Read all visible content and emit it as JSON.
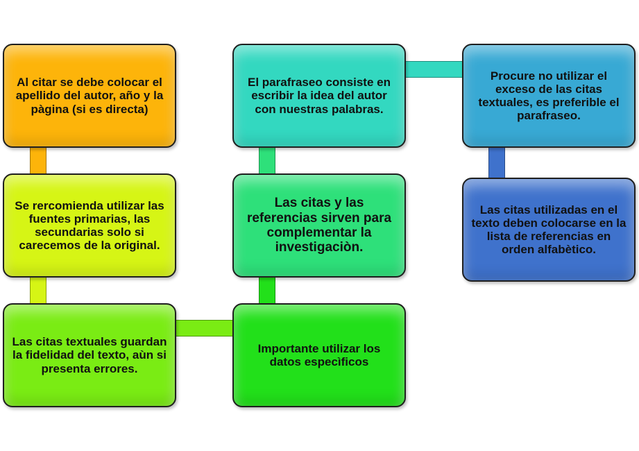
{
  "diagram": {
    "nodes": [
      {
        "id": "n1",
        "text": "Al citar se debe colocar el apellido del autor, año y la pàgina (si es directa)",
        "color": "#FDB40A"
      },
      {
        "id": "n2",
        "text": "Se rercomienda utilizar las fuentes primarias, las secundarias solo si carecemos de la original.",
        "color": "#D6F515"
      },
      {
        "id": "n3",
        "text": "Las citas textuales guardan la fidelidad del texto, aùn si presenta errores.",
        "color": "#7AEC14"
      },
      {
        "id": "n4",
        "text": "Importante utilizar los datos especìficos",
        "color": "#22E01A"
      },
      {
        "id": "n5",
        "text": "Las citas y las referencias sirven para complementar la investigaciòn.",
        "color": "#2EE07A"
      },
      {
        "id": "n6",
        "text": "El parafraseo consiste en escribir la idea del autor con nuestras palabras.",
        "color": "#33D8C0"
      },
      {
        "id": "n7",
        "text": "Procure no utilizar el exceso de las citas textuales, es preferible el parafraseo.",
        "color": "#38A9D4"
      },
      {
        "id": "n8",
        "text": "Las citas utilizadas en el texto deben colocarse en la lista de referencias en orden alfabètico.",
        "color": "#3F72CC"
      }
    ],
    "edges": [
      [
        "n1",
        "n2"
      ],
      [
        "n2",
        "n3"
      ],
      [
        "n3",
        "n4"
      ],
      [
        "n4",
        "n5"
      ],
      [
        "n5",
        "n6"
      ],
      [
        "n6",
        "n7"
      ],
      [
        "n7",
        "n8"
      ]
    ],
    "connector_colors": [
      "#FDB40A",
      "#D6F515",
      "#7AEC14",
      "#22E01A",
      "#2EE07A",
      "#33D8C0",
      "#3F72CC"
    ]
  }
}
